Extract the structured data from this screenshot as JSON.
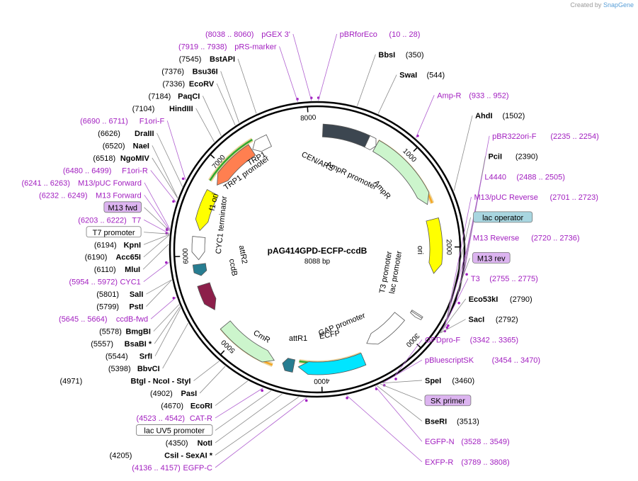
{
  "brand": {
    "prefix": "Created by",
    "name": "SnapGene"
  },
  "title": "pAG414GPD-ECFP-ccdB",
  "size_label": "8088 bp",
  "total_bp": 8088,
  "ticks": [
    {
      "bp": 1000,
      "label": "1000"
    },
    {
      "bp": 2000,
      "label": "2000"
    },
    {
      "bp": 3000,
      "label": "3000"
    },
    {
      "bp": 4000,
      "label": "4000"
    },
    {
      "bp": 5000,
      "label": "5000"
    },
    {
      "bp": 6000,
      "label": "6000"
    },
    {
      "bp": 7000,
      "label": "7000"
    },
    {
      "bp": 8000,
      "label": "8000"
    }
  ],
  "features": [
    {
      "name": "CEN/ARS",
      "start": 60,
      "end": 560,
      "dir": 0,
      "color": "#3c4650",
      "lane": 0
    },
    {
      "name": "AmpR promoter",
      "start": 560,
      "end": 665,
      "dir": 1,
      "color": "#ffffff",
      "lane": 0
    },
    {
      "name": "AmpR",
      "start": 665,
      "end": 1525,
      "dir": 1,
      "color": "#ccf5cc",
      "lane": 0
    },
    {
      "name": "ori",
      "start": 1695,
      "end": 2284,
      "dir": 1,
      "color": "#ffff00",
      "lane": 0
    },
    {
      "name": "T3 promoter",
      "start": 2755,
      "end": 2775,
      "dir": 1,
      "color": "#ffffff",
      "lane": 0
    },
    {
      "name": "lac promoter",
      "start": 2770,
      "end": 2800,
      "dir": 1,
      "color": "#ffffff",
      "lane": 0
    },
    {
      "name": "GAP promoter",
      "start": 2900,
      "end": 3420,
      "dir": 1,
      "color": "#ffffff",
      "lane": 1
    },
    {
      "name": "ECFP",
      "start": 3530,
      "end": 4250,
      "dir": 1,
      "color": "#00e5ff",
      "lane": 0
    },
    {
      "name": "attR1",
      "start": 4300,
      "end": 4425,
      "dir": 1,
      "color": "#277d91",
      "lane": 0
    },
    {
      "name": "CmR",
      "start": 4520,
      "end": 5180,
      "dir": -1,
      "color": "#ccf5cc",
      "lane": 0
    },
    {
      "name": "ccdB",
      "start": 5380,
      "end": 5680,
      "dir": -1,
      "color": "#8c1f4a",
      "lane": 0
    },
    {
      "name": "attR2",
      "start": 5780,
      "end": 5905,
      "dir": -1,
      "color": "#277d91",
      "lane": 0
    },
    {
      "name": "CYC1 terminator",
      "start": 5954,
      "end": 6200,
      "dir": -1,
      "color": "#ffffff",
      "lane": 0
    },
    {
      "name": "f1 ori",
      "start": 6270,
      "end": 6706,
      "dir": -1,
      "color": "#ffff00",
      "lane": 0
    },
    {
      "name": "TRP1 promoter",
      "start": 7350,
      "end": 7550,
      "dir": -1,
      "color": "#ffffff",
      "lane": 0
    },
    {
      "name": "TRP1",
      "start": 6800,
      "end": 7340,
      "dir": -1,
      "color": "#ff7f50",
      "lane": 0
    }
  ],
  "center_labels": [
    {
      "text": "CEN/ARS"
    },
    {
      "text": "AmpR promoter"
    },
    {
      "text": "AmpR"
    },
    {
      "text": "ori"
    },
    {
      "text": "T3 promoter"
    },
    {
      "text": "lac promoter"
    },
    {
      "text": "GAP promoter"
    },
    {
      "text": "ECFP"
    },
    {
      "text": "attR1"
    },
    {
      "text": "CmR"
    },
    {
      "text": "ccdB"
    },
    {
      "text": "attR2"
    },
    {
      "text": "CYC1 terminator"
    },
    {
      "text": "f1 ori"
    },
    {
      "text": "TRP1 promoter"
    },
    {
      "text": "TRP1"
    }
  ],
  "right_labels": [
    {
      "bp": 10,
      "name": "pBRforEco",
      "coords": "(10 .. 28)",
      "type": "primer"
    },
    {
      "bp": 350,
      "name": "BbsI",
      "coords": "(350)",
      "type": "enzyme"
    },
    {
      "bp": 544,
      "name": "SwaI",
      "coords": "(544)",
      "type": "enzyme"
    },
    {
      "bp": 933,
      "name": "Amp-R",
      "coords": "(933 .. 952)",
      "type": "primer"
    },
    {
      "bp": 1502,
      "name": "AhdI",
      "coords": "(1502)",
      "type": "enzyme"
    },
    {
      "bp": 2235,
      "name": "pBR322ori-F",
      "coords": "(2235 .. 2254)",
      "type": "primer"
    },
    {
      "bp": 2390,
      "name": "PciI",
      "coords": "(2390)",
      "type": "enzyme"
    },
    {
      "bp": 2488,
      "name": "L4440",
      "coords": "(2488 .. 2505)",
      "type": "primer"
    },
    {
      "bp": 2701,
      "name": "M13/pUC Reverse",
      "coords": "(2701 .. 2723)",
      "type": "primer"
    },
    {
      "bp": 2712,
      "name": "lac operator",
      "coords": "",
      "type": "boxed-blue"
    },
    {
      "bp": 2720,
      "name": "M13 Reverse",
      "coords": "(2720 .. 2736)",
      "type": "primer"
    },
    {
      "bp": 2725,
      "name": "M13 rev",
      "coords": "",
      "type": "boxed-purple"
    },
    {
      "bp": 2755,
      "name": "T3",
      "coords": "(2755 .. 2775)",
      "type": "primer"
    },
    {
      "bp": 2790,
      "name": "Eco53kI",
      "coords": "(2790)",
      "type": "enzyme"
    },
    {
      "bp": 2792,
      "name": "SacI",
      "coords": "(2792)",
      "type": "enzyme"
    },
    {
      "bp": 3342,
      "name": "GPDpro-F",
      "coords": "(3342 .. 3365)",
      "type": "primer"
    },
    {
      "bp": 3454,
      "name": "pBluescriptSK",
      "coords": "(3454 .. 3470)",
      "type": "primer"
    },
    {
      "bp": 3460,
      "name": "SpeI",
      "coords": "(3460)",
      "type": "enzyme"
    },
    {
      "bp": 3480,
      "name": "SK primer",
      "coords": "",
      "type": "boxed-purple"
    },
    {
      "bp": 3513,
      "name": "BseRI",
      "coords": "(3513)",
      "type": "enzyme"
    },
    {
      "bp": 3528,
      "name": "EGFP-N",
      "coords": "(3528 .. 3549)",
      "type": "primer"
    },
    {
      "bp": 3789,
      "name": "EXFP-R",
      "coords": "(3789 .. 3808)",
      "type": "primer"
    }
  ],
  "left_labels": [
    {
      "bp": 8038,
      "name": "pGEX 3'",
      "coords": "(8038 .. 8060)",
      "type": "primer"
    },
    {
      "bp": 7919,
      "name": "pRS-marker",
      "coords": "(7919 .. 7938)",
      "type": "primer"
    },
    {
      "bp": 7545,
      "name": "BstAPI",
      "coords": "(7545)",
      "type": "enzyme"
    },
    {
      "bp": 7376,
      "name": "Bsu36I",
      "coords": "(7376)",
      "type": "enzyme"
    },
    {
      "bp": 7336,
      "name": "EcoRV",
      "coords": "(7336)",
      "type": "enzyme"
    },
    {
      "bp": 7184,
      "name": "PaqCI",
      "coords": "(7184)",
      "type": "enzyme"
    },
    {
      "bp": 7104,
      "name": "HindIII",
      "coords": "(7104)",
      "type": "enzyme"
    },
    {
      "bp": 6690,
      "name": "F1ori-F",
      "coords": "(6690 .. 6711)",
      "type": "primer"
    },
    {
      "bp": 6626,
      "name": "DraIII",
      "coords": "(6626)",
      "type": "enzyme"
    },
    {
      "bp": 6520,
      "name": "NaeI",
      "coords": "(6520)",
      "type": "enzyme"
    },
    {
      "bp": 6518,
      "name": "NgoMIV",
      "coords": "(6518)",
      "type": "enzyme"
    },
    {
      "bp": 6480,
      "name": "F1ori-R",
      "coords": "(6480 .. 6499)",
      "type": "primer"
    },
    {
      "bp": 6241,
      "name": "M13/pUC Forward",
      "coords": "(6241 .. 6263)",
      "type": "primer"
    },
    {
      "bp": 6232,
      "name": "M13 Forward",
      "coords": "(6232 .. 6249)",
      "type": "primer"
    },
    {
      "bp": 6225,
      "name": "M13 fwd",
      "coords": "",
      "type": "boxed-purple"
    },
    {
      "bp": 6203,
      "name": "T7",
      "coords": "(6203 .. 6222)",
      "type": "primer"
    },
    {
      "bp": 6200,
      "name": "T7 promoter",
      "coords": "",
      "type": "boxed-white"
    },
    {
      "bp": 6194,
      "name": "KpnI",
      "coords": "(6194)",
      "type": "enzyme"
    },
    {
      "bp": 6190,
      "name": "Acc65I",
      "coords": "(6190)",
      "type": "enzyme"
    },
    {
      "bp": 6110,
      "name": "MluI",
      "coords": "(6110)",
      "type": "enzyme"
    },
    {
      "bp": 5954,
      "name": "CYC1",
      "coords": "(5954 .. 5972)",
      "type": "primer"
    },
    {
      "bp": 5801,
      "name": "SalI",
      "coords": "(5801)",
      "type": "enzyme"
    },
    {
      "bp": 5799,
      "name": "PstI",
      "coords": "(5799)",
      "type": "enzyme"
    },
    {
      "bp": 5645,
      "name": "ccdB-fwd",
      "coords": "(5645 .. 5664)",
      "type": "primer"
    },
    {
      "bp": 5578,
      "name": "BmgBI",
      "coords": "(5578)",
      "type": "enzyme"
    },
    {
      "bp": 5557,
      "name": "BsaBI *",
      "coords": "(5557)",
      "type": "enzyme"
    },
    {
      "bp": 5544,
      "name": "SrfI",
      "coords": "(5544)",
      "type": "enzyme"
    },
    {
      "bp": 5398,
      "name": "BbvCI",
      "coords": "(5398)",
      "type": "enzyme"
    },
    {
      "bp": 4971,
      "name": "BtgI  -  NcoI  -  StyI",
      "coords": "(4971)",
      "type": "enzyme"
    },
    {
      "bp": 4902,
      "name": "PasI",
      "coords": "(4902)",
      "type": "enzyme"
    },
    {
      "bp": 4670,
      "name": "EcoRI",
      "coords": "(4670)",
      "type": "enzyme"
    },
    {
      "bp": 4523,
      "name": "CAT-R",
      "coords": "(4523 .. 4542)",
      "type": "primer"
    },
    {
      "bp": 4450,
      "name": "lac UV5 promoter",
      "coords": "",
      "type": "boxed-white"
    },
    {
      "bp": 4350,
      "name": "NotI",
      "coords": "(4350)",
      "type": "enzyme"
    },
    {
      "bp": 4205,
      "name": "CsiI  -  SexAI *",
      "coords": "(4205)",
      "type": "enzyme"
    },
    {
      "bp": 4136,
      "name": "EGFP-C",
      "coords": "(4136 .. 4157)",
      "type": "primer"
    }
  ],
  "colors": {
    "primer": "#a21fc0",
    "enzyme": "#000000",
    "box_purple": "#dcb4f0",
    "box_blue": "#a8d6e0",
    "orf": "#f5a623",
    "orf_green": "#2ea82e"
  }
}
